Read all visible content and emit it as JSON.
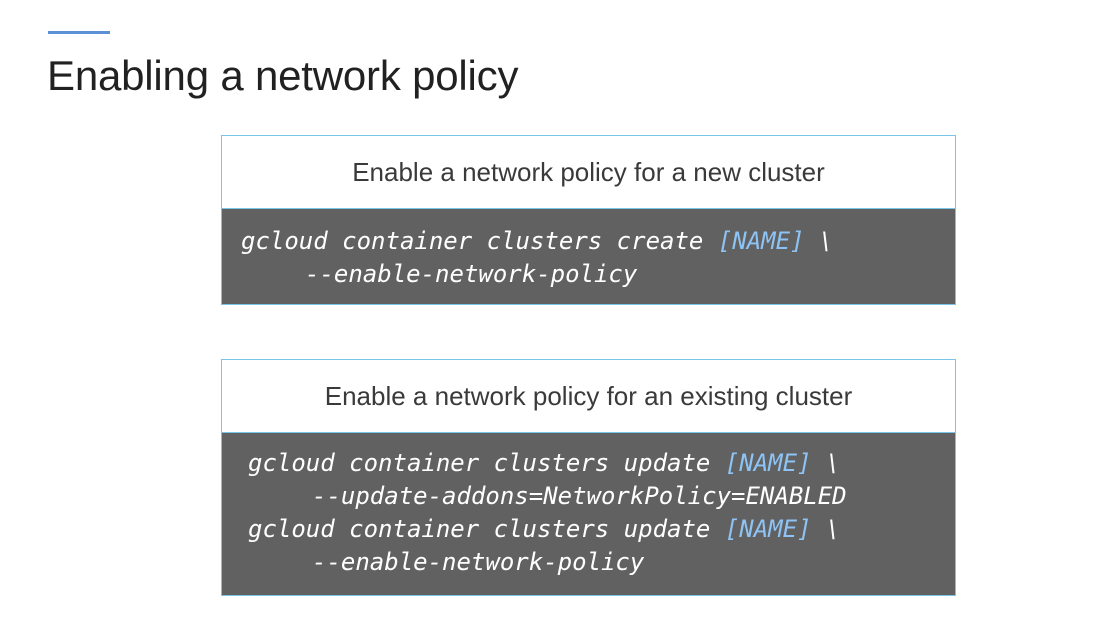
{
  "slide": {
    "title": "Enabling a network policy"
  },
  "cards": [
    {
      "header": "Enable a network policy for a new cluster",
      "lines": [
        {
          "cmd": "gcloud container clusters create ",
          "arg": "[NAME]",
          "tail": " \\"
        },
        {
          "cmd": "--enable-network-policy"
        }
      ]
    },
    {
      "header": "Enable a network policy for an existing cluster",
      "lines": [
        {
          "cmd": "gcloud container clusters update ",
          "arg": "[NAME]",
          "tail": " \\"
        },
        {
          "cmd": "--update-addons=NetworkPolicy=ENABLED"
        },
        {
          "cmd": "gcloud container clusters update ",
          "arg": "[NAME]",
          "tail": " \\"
        },
        {
          "cmd": "--enable-network-policy"
        }
      ]
    }
  ],
  "colors": {
    "accent": "#5b8fd6",
    "card_border": "#77c6e6",
    "code_background": "#616161",
    "placeholder": "#8ec3f5"
  }
}
